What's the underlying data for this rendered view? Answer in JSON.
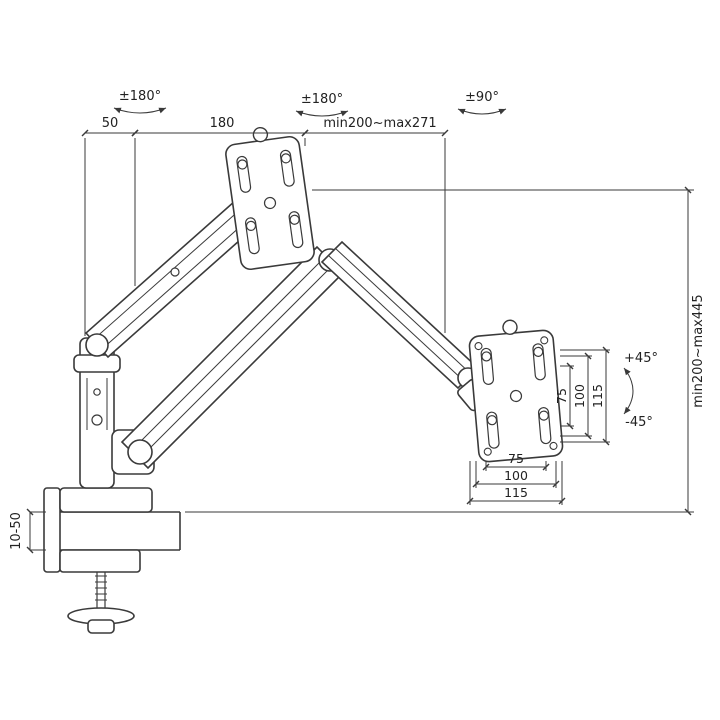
{
  "annotations": {
    "rot_left": "±180°",
    "rot_mid": "±180°",
    "rot_right": "±90°",
    "dim_arm_offset": "50",
    "dim_arm1": "180",
    "dim_arm2": "min200~max271",
    "dim_height": "min200~max445",
    "dim_clamp_range": "10-50",
    "tilt_up": "+45°",
    "tilt_down": "-45°"
  },
  "vesa": {
    "v75": "75",
    "v100": "100",
    "v115": "115",
    "h75": "75",
    "h100": "100",
    "h115": "115"
  },
  "colors": {
    "line": "#3a3a3a",
    "background": "#ffffff"
  }
}
